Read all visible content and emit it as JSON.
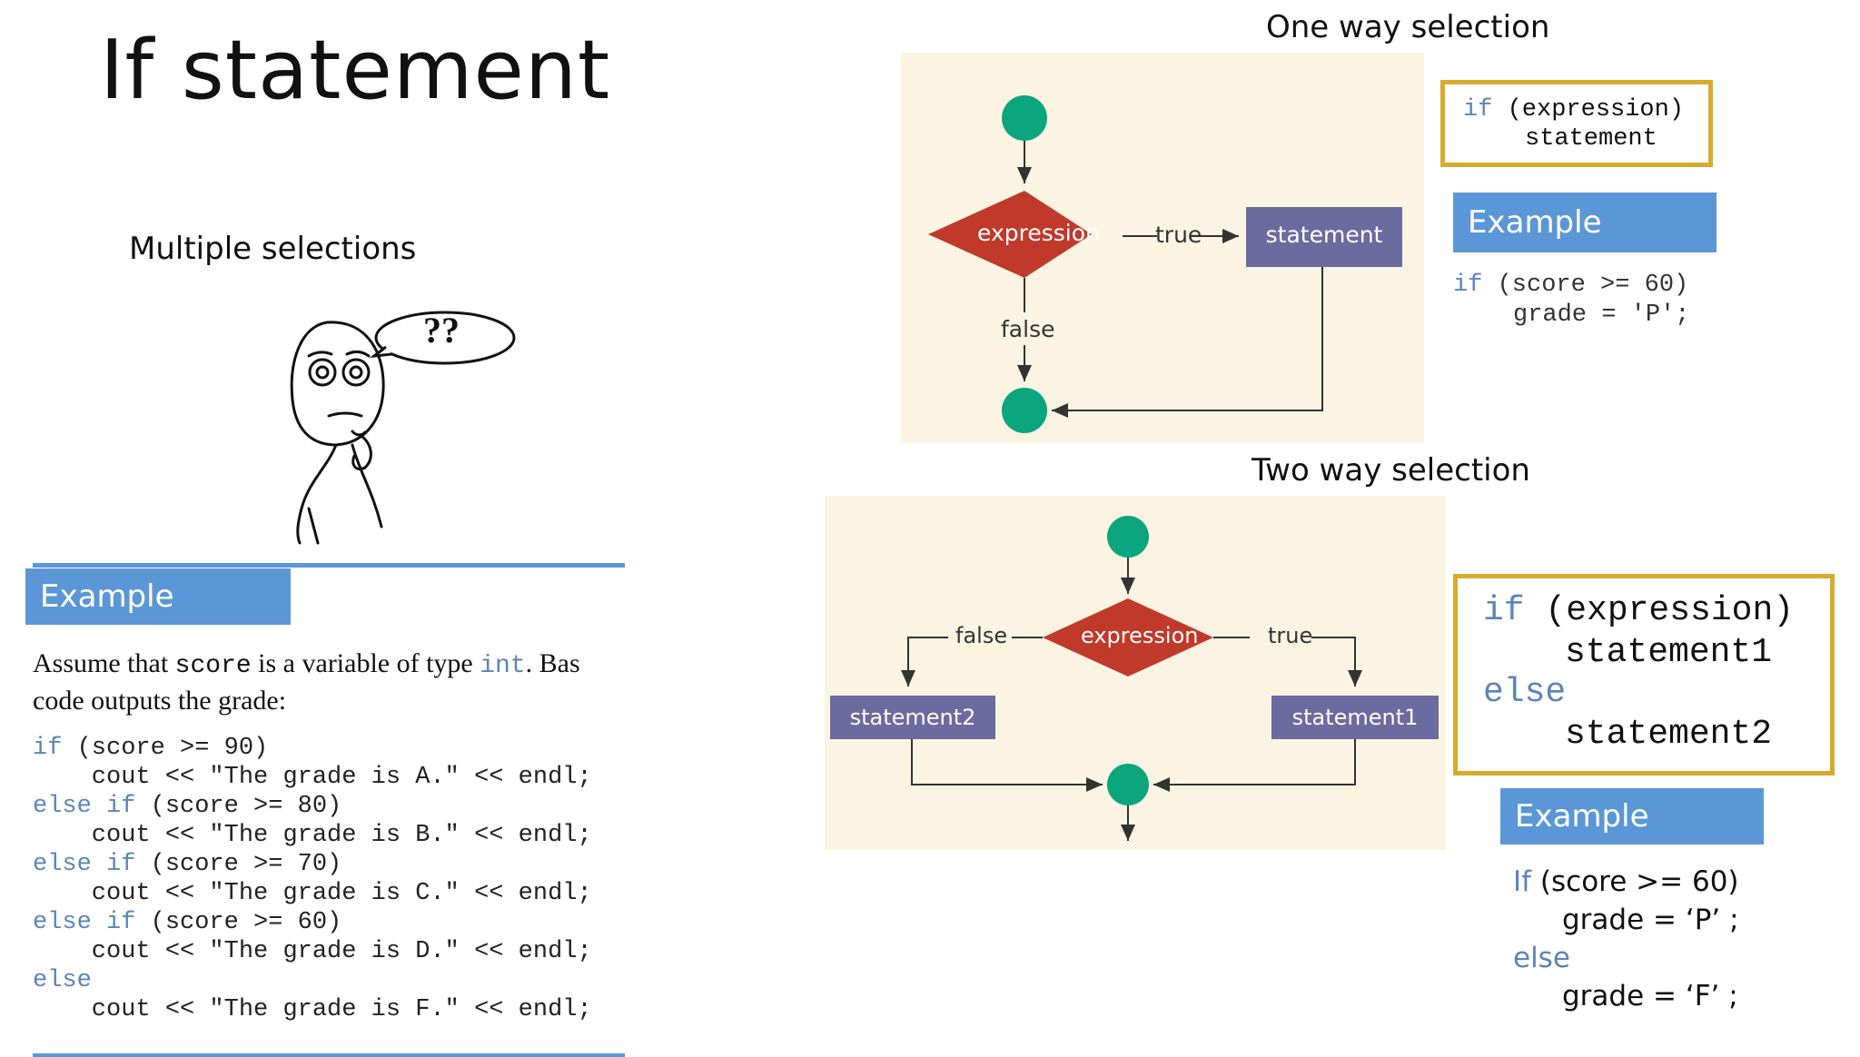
{
  "slide": {
    "title": "If statement",
    "multiple_label": "Multiple selections",
    "bubble_text": "??"
  },
  "left_example": {
    "banner": "Example",
    "prose_line1_a": "Assume that ",
    "prose_line1_code1": "score",
    "prose_line1_b": " is a variable of type ",
    "prose_line1_code2": "int",
    "prose_line1_c": ". Bas",
    "prose_line2": "code outputs the grade:",
    "code": [
      {
        "kw": "if",
        "rest": " (score >= 90)"
      },
      {
        "kw": "",
        "rest": "    cout << \"The grade is A.\" << endl;"
      },
      {
        "kw": "else if",
        "rest": " (score >= 80)"
      },
      {
        "kw": "",
        "rest": "    cout << \"The grade is B.\" << endl;"
      },
      {
        "kw": "else if",
        "rest": " (score >= 70)"
      },
      {
        "kw": "",
        "rest": "    cout << \"The grade is C.\" << endl;"
      },
      {
        "kw": "else if",
        "rest": " (score >= 60)"
      },
      {
        "kw": "",
        "rest": "    cout << \"The grade is D.\" << endl;"
      },
      {
        "kw": "else",
        "rest": ""
      },
      {
        "kw": "",
        "rest": "    cout << \"The grade is F.\" << endl;"
      }
    ]
  },
  "one_way": {
    "heading": "One way selection",
    "flow": {
      "expression": "expression",
      "true": "true",
      "false": "false",
      "statement": "statement"
    },
    "syntax": {
      "kw": "if",
      "line1_rest": " (expression)",
      "line2": "statement"
    },
    "example_banner": "Example",
    "example": {
      "kw": "if",
      "line1_rest": " (score >= 60)",
      "line2": "grade = 'P';"
    }
  },
  "two_way": {
    "heading": "Two way selection",
    "flow": {
      "expression": "expression",
      "true": "true",
      "false": "false",
      "statement1": "statement1",
      "statement2": "statement2"
    },
    "syntax": {
      "kw_if": "if",
      "line1_rest": " (expression)",
      "line2": "statement1",
      "kw_else": "else",
      "line4": "statement2"
    },
    "example_banner": "Example",
    "example": {
      "kw_if": "If",
      "line1_rest": " (score >= 60)",
      "line2": "grade = ‘P’ ;",
      "kw_else": "else",
      "line4": "grade = ‘F’ ;"
    }
  },
  "colors": {
    "accent": "#5b97d6",
    "keyword": "#5a86b8",
    "diamond": "#c0392b",
    "node": "#0ba57e",
    "statement_box": "#6b6ba0",
    "syntax_border": "#d9aa2d",
    "panel": "#fbf4e2"
  }
}
